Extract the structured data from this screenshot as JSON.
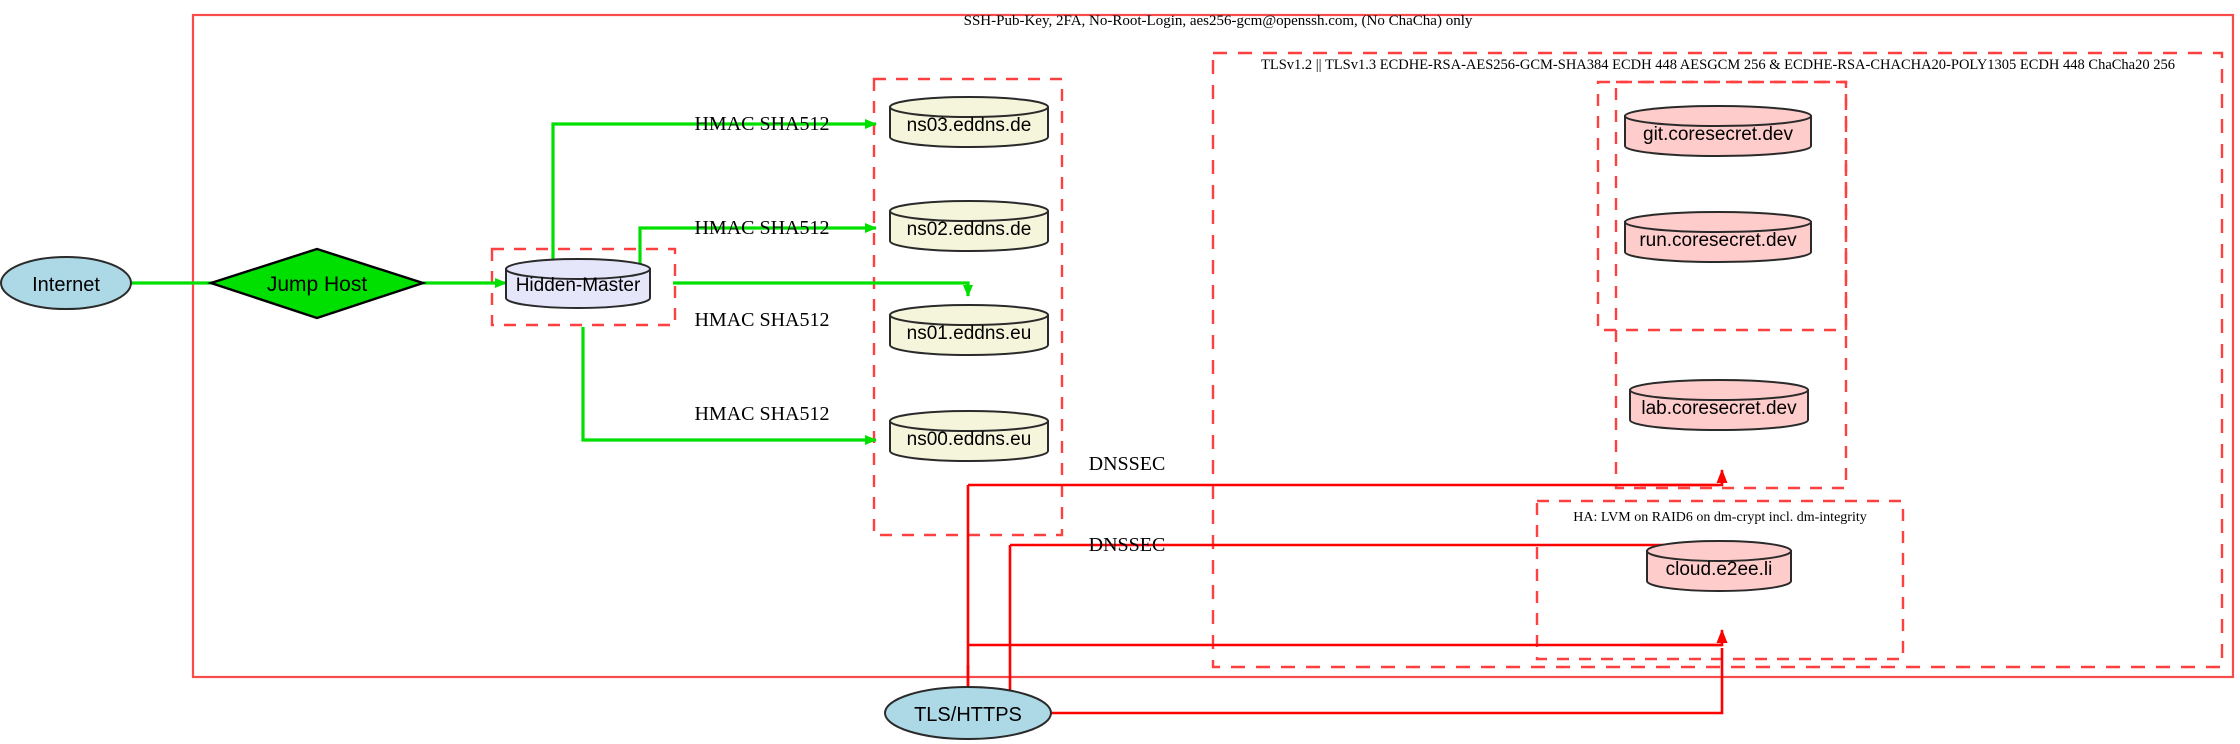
{
  "diagram": {
    "title_label": "SSH-Pub-Key, 2FA, No-Root-Login, aes256-gcm@openssh.com, (No ChaCha) only",
    "clusters": {
      "ssh_outer": "SSH-Pub-Key, 2FA, No-Root-Login, aes256-gcm@openssh.com, (No ChaCha) only",
      "tls": "TLSv1.2 || TLSv1.3 ECDHE-RSA-AES256-GCM-SHA384 ECDH 448 AESGCM 256 & ECDHE-RSA-CHACHA20-POLY1305 ECDH 448 ChaCha20 256",
      "ha": "HA: LVM on RAID6 on dm-crypt incl. dm-integrity"
    },
    "nodes": {
      "internet": "Internet",
      "jump_host": "Jump Host",
      "hidden_master": "Hidden-Master",
      "ns03": "ns03.eddns.de",
      "ns02": "ns02.eddns.de",
      "ns01": "ns01.eddns.eu",
      "ns00": "ns00.eddns.eu",
      "git": "git.coresecret.dev",
      "run": "run.coresecret.dev",
      "lab": "lab.coresecret.dev",
      "cloud": "cloud.e2ee.li",
      "tls_https": "TLS/HTTPS"
    },
    "edge_labels": {
      "hmac_ns03": "HMAC SHA512",
      "hmac_ns02": "HMAC SHA512",
      "hmac_ns01": "HMAC SHA512",
      "hmac_ns00": "HMAC SHA512",
      "dnssec_upper": "DNSSEC",
      "dnssec_lower": "DNSSEC"
    },
    "colors": {
      "cluster_red": "#ff4040",
      "cluster_red_solid": "#fa4b4b",
      "edge_green": "#00e000",
      "edge_red": "#ff0000",
      "node_blue": "#add8e6",
      "node_green": "#00e000",
      "node_lavender": "#e6e6fa",
      "node_yellow": "#f5f5dc",
      "node_pink": "#ffcccc",
      "stroke": "#2a2a2a"
    }
  }
}
